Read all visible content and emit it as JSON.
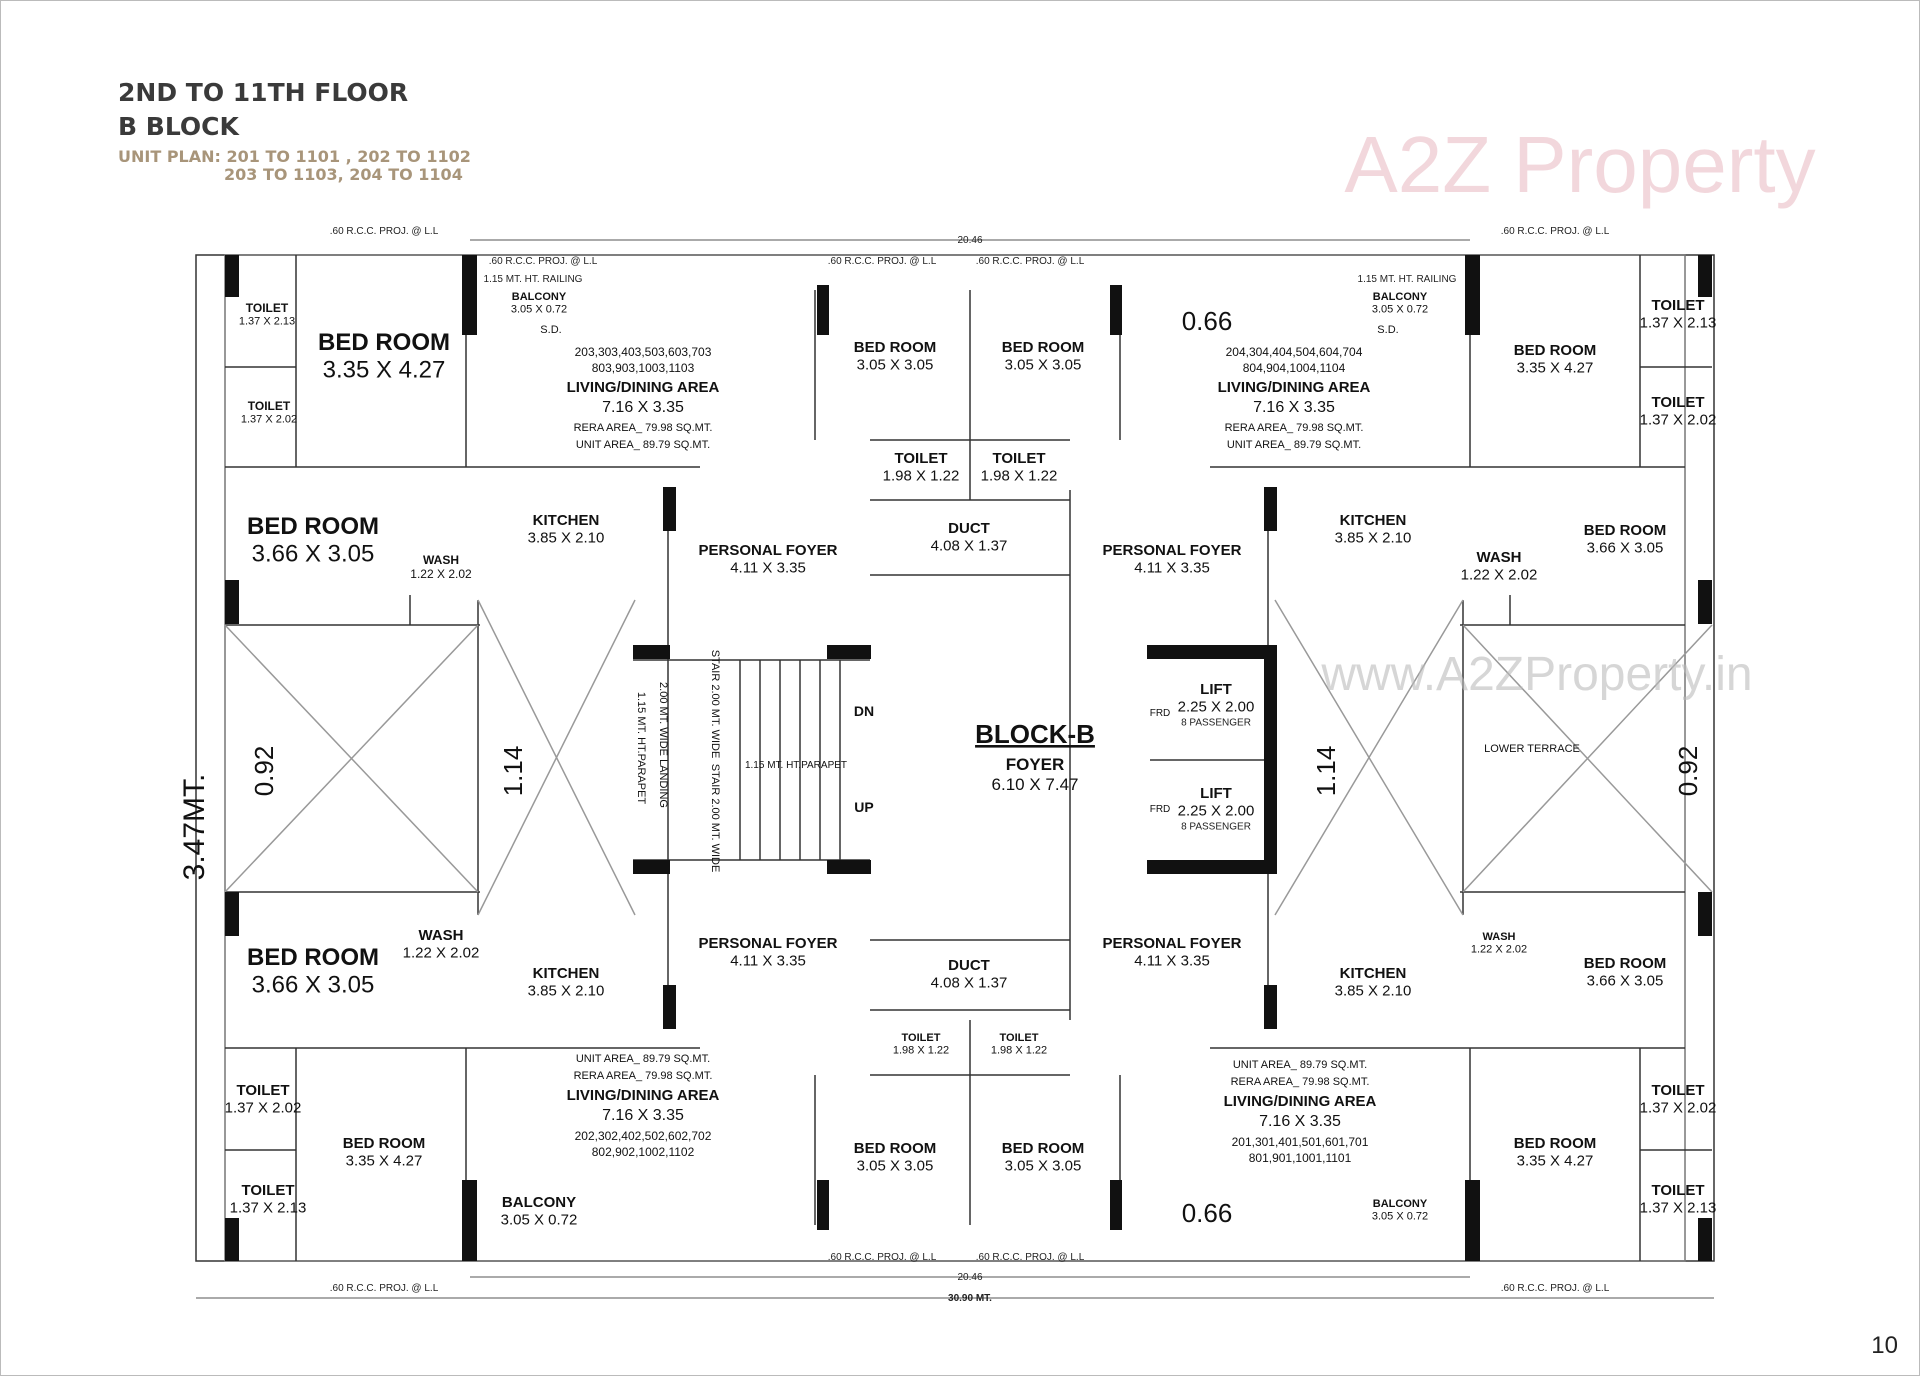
{
  "header": {
    "title_line1": "2ND TO 11TH FLOOR",
    "title_line2": "B BLOCK",
    "unit_plan_line1": "UNIT PLAN: 201 TO 1101 , 202 TO 1102",
    "unit_plan_line2": "203 TO 1103, 204 TO 1104"
  },
  "page_number": "10",
  "watermark": {
    "logo": "A2Z Property",
    "url": "www.A2ZProperty.in"
  },
  "colors": {
    "title": "#3a3a3a",
    "subtitle": "#a8957a",
    "rera": "#c030c0",
    "unit_area": "#c02020",
    "wall": "#111111"
  },
  "rooms": [
    {
      "name": "TOILET",
      "dims": "1.37 X 2.13"
    },
    {
      "name": "TOILET",
      "dims": "1.37 X 2.02"
    },
    {
      "name": "BED ROOM",
      "dims": "3.35 X 4.27"
    },
    {
      "name": "BALCONY",
      "dims": "3.05 X 0.72"
    },
    {
      "name": "BED ROOM",
      "dims": "3.05 X 3.05"
    },
    {
      "name": "BED ROOM",
      "dims": "3.05 X 3.05"
    },
    {
      "name": "TOILET",
      "dims": "1.98 X 1.22"
    },
    {
      "name": "TOILET",
      "dims": "1.98 X 1.22"
    },
    {
      "name": "BED ROOM",
      "dims": "3.66 X 3.05"
    },
    {
      "name": "WASH",
      "dims": "1.22 X 2.02"
    },
    {
      "name": "KITCHEN",
      "dims": "3.85 X 2.10"
    },
    {
      "name": "PERSONAL FOYER",
      "dims": "4.11 X 3.35"
    },
    {
      "name": "DUCT",
      "dims": "4.08 X 1.37"
    },
    {
      "name": "PERSONAL FOYER",
      "dims": "4.11 X 3.35"
    },
    {
      "name": "KITCHEN",
      "dims": "3.85 X 2.10"
    },
    {
      "name": "BALCONY",
      "dims": "3.05 X 0.72"
    },
    {
      "name": "TOILET",
      "dims": "1.37 X 2.13"
    },
    {
      "name": "TOILET",
      "dims": "1.37 X 2.02"
    },
    {
      "name": "BED ROOM",
      "dims": "3.35 X 4.27"
    },
    {
      "name": "BED ROOM",
      "dims": "3.66 X 3.05"
    },
    {
      "name": "WASH",
      "dims": "1.22 X 2.02"
    },
    {
      "name": "LIFT",
      "dims": "2.25 X 2.00",
      "note": "8 PASSENGER"
    },
    {
      "name": "LIFT",
      "dims": "2.25 X 2.00",
      "note": "8 PASSENGER"
    },
    {
      "name": "BED ROOM",
      "dims": "3.66 X 3.05"
    },
    {
      "name": "WASH",
      "dims": "1.22 X 2.02"
    },
    {
      "name": "KITCHEN",
      "dims": "3.85 X 2.10"
    },
    {
      "name": "PERSONAL FOYER",
      "dims": "4.11 X 3.35"
    },
    {
      "name": "DUCT",
      "dims": "4.08 X 1.37"
    },
    {
      "name": "TOILET",
      "dims": "1.98 X 1.22"
    },
    {
      "name": "TOILET",
      "dims": "1.98 X 1.22"
    },
    {
      "name": "PERSONAL FOYER",
      "dims": "4.11 X 3.35"
    },
    {
      "name": "KITCHEN",
      "dims": "3.85 X 2.10"
    },
    {
      "name": "WASH",
      "dims": "1.22 X 2.02"
    },
    {
      "name": "BED ROOM",
      "dims": "3.66 X 3.05"
    },
    {
      "name": "TOILET",
      "dims": "1.37 X 2.02"
    },
    {
      "name": "BED ROOM",
      "dims": "3.35 X 4.27"
    },
    {
      "name": "TOILET",
      "dims": "1.37 X 2.13"
    },
    {
      "name": "BALCONY",
      "dims": "3.05 X 0.72"
    },
    {
      "name": "BED ROOM",
      "dims": "3.05 X 3.05"
    },
    {
      "name": "BED ROOM",
      "dims": "3.05 X 3.05"
    },
    {
      "name": "BALCONY",
      "dims": "3.05 X 0.72"
    },
    {
      "name": "BED ROOM",
      "dims": "3.35 X 4.27"
    },
    {
      "name": "TOILET",
      "dims": "1.37 X 2.02"
    },
    {
      "name": "TOILET",
      "dims": "1.37 X 2.13"
    }
  ],
  "living_areas": [
    {
      "units1": "203,303,403,503,603,703",
      "units2": "803,903,1003,1103",
      "name": "LIVING/DINING AREA",
      "dims": "7.16 X 3.35",
      "rera": "RERA AREA_ 79.98 SQ.MT.",
      "unit_area": "UNIT AREA_ 89.79 SQ.MT."
    },
    {
      "units1": "204,304,404,504,604,704",
      "units2": "804,904,1004,1104",
      "name": "LIVING/DINING AREA",
      "dims": "7.16 X 3.35",
      "rera": "RERA AREA_ 79.98 SQ.MT.",
      "unit_area": "UNIT AREA_ 89.79 SQ.MT."
    },
    {
      "units1": "202,302,402,502,602,702",
      "units2": "802,902,1002,1102",
      "name": "LIVING/DINING AREA",
      "dims": "7.16 X 3.35",
      "rera": "RERA AREA_ 79.98 SQ.MT.",
      "unit_area": "UNIT AREA_ 89.79 SQ.MT."
    },
    {
      "units1": "201,301,401,501,601,701",
      "units2": "801,901,1001,1101",
      "name": "LIVING/DINING AREA",
      "dims": "7.16 X 3.35",
      "rera": "RERA AREA_ 79.98 SQ.MT.",
      "unit_area": "UNIT AREA_ 89.79 SQ.MT."
    }
  ],
  "core": {
    "block": "BLOCK-B",
    "foyer": "FOYER",
    "foyer_dims": "6.10 X 7.47",
    "stair": "STAIR 2.00 MT. WIDE",
    "landing": "2.00 MT. WIDE LANDING",
    "parapet": "1.15 MT. HT.PARAPET",
    "dn": "DN",
    "up": "UP",
    "frd": "FRD"
  },
  "labels": {
    "overall_height": "3.47MT.",
    "gap_left": "0.92",
    "gap_inner_left": "1.14",
    "gap_inner_right": "1.14",
    "gap_right": "0.92",
    "lower_terrace": "LOWER TERRACE",
    "proj": ".60 R.C.C. PROJ. @ L.L",
    "railing": "1.15 MT. HT. RAILING",
    "width_dim": "20.46",
    "overall_width": "30.90 MT.",
    "sd": "S.D.",
    "gap_066": "0.66"
  }
}
